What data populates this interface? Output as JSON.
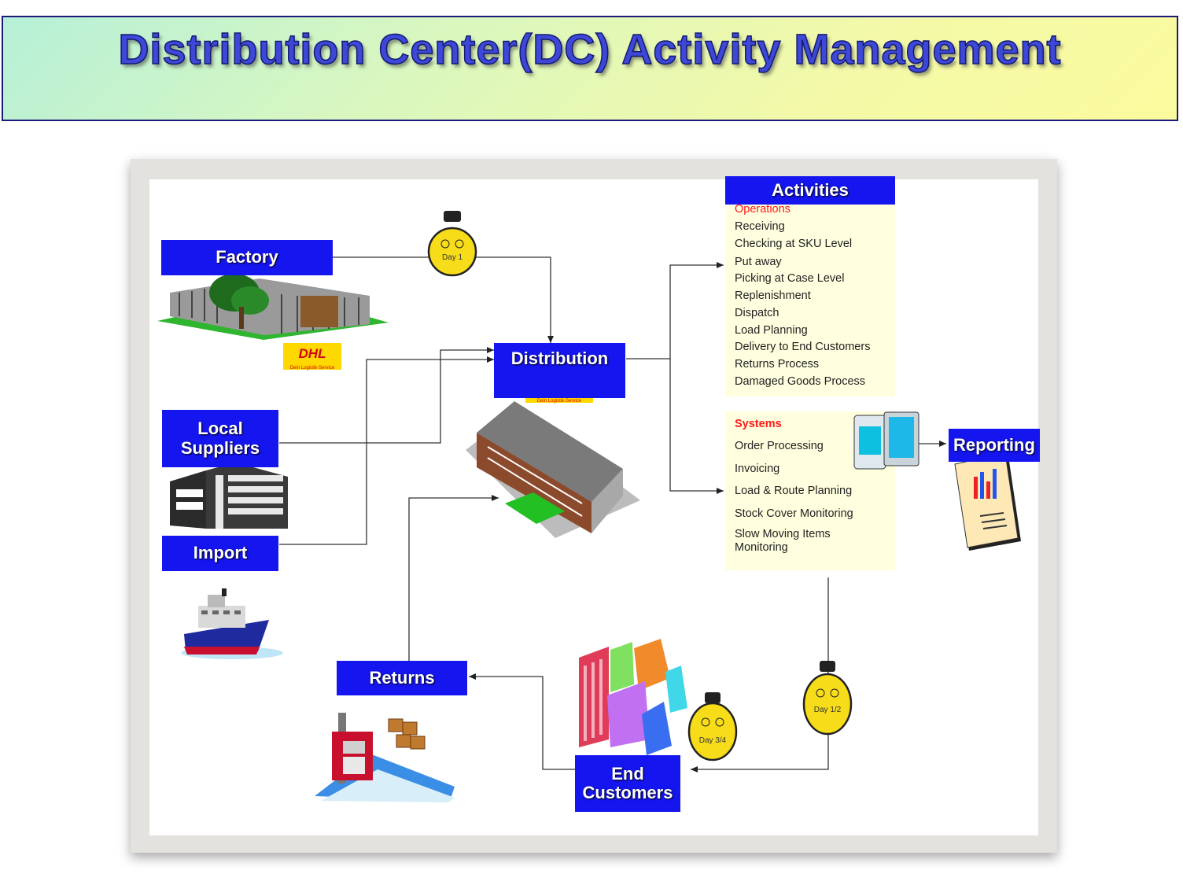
{
  "title": "Distribution Center(DC) Activity Management",
  "colors": {
    "box": "#1515f0",
    "panel": "#ffffdf",
    "heading_red": "#ff1a1a",
    "timer_gold": "#f7dc1a",
    "banner_text": "#3d48d8"
  },
  "nodes": {
    "factory": "Factory",
    "local_suppliers": "Local Suppliers",
    "import": "Import",
    "distribution": "Distribution",
    "returns": "Returns",
    "end_customers": "End Customers",
    "reporting": "Reporting",
    "activities": "Activities"
  },
  "logos": {
    "dhl_text": "DHL",
    "dhl_tagline": "Dein Logistik-Service"
  },
  "timers": {
    "day1": "Day 1",
    "day_half": "Day 1/2",
    "day_three_quarter": "Day 3/4"
  },
  "operations": {
    "heading": "Operations",
    "items": [
      "Receiving",
      "Checking at SKU Level",
      "Put away",
      "Picking at Case Level",
      "Replenishment",
      "Dispatch",
      "Load Planning",
      "Delivery to End Customers",
      "Returns Process",
      "Damaged Goods Process"
    ]
  },
  "systems": {
    "heading": "Systems",
    "items": [
      "Order Processing",
      "Invoicing",
      "Load & Route Planning",
      "Stock Cover Monitoring",
      "Slow Moving Items Monitoring"
    ]
  },
  "icons": [
    "factory-building-icon",
    "warehouse-icon",
    "cargo-ship-icon",
    "distribution-center-icon",
    "city-buildings-icon",
    "truck-boxes-icon",
    "computer-icon",
    "report-document-icon",
    "stopwatch-icon"
  ]
}
